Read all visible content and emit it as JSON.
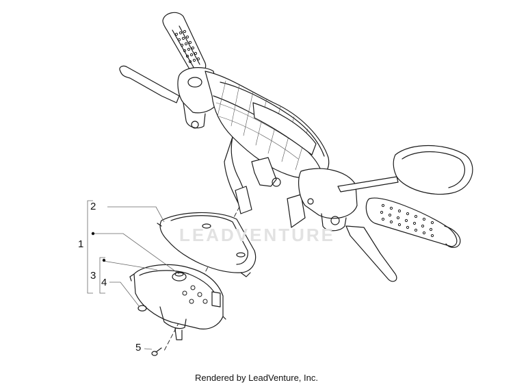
{
  "callouts": {
    "c1": "1",
    "c2": "2",
    "c3": "3",
    "c4": "4",
    "c5": "5"
  },
  "watermark": "LEADVENTURE",
  "footer": "Rendered by LeadVenture, Inc.",
  "colors": {
    "line": "#1a1a1a",
    "leader": "#666666",
    "watermark": "#e2e2e2"
  }
}
